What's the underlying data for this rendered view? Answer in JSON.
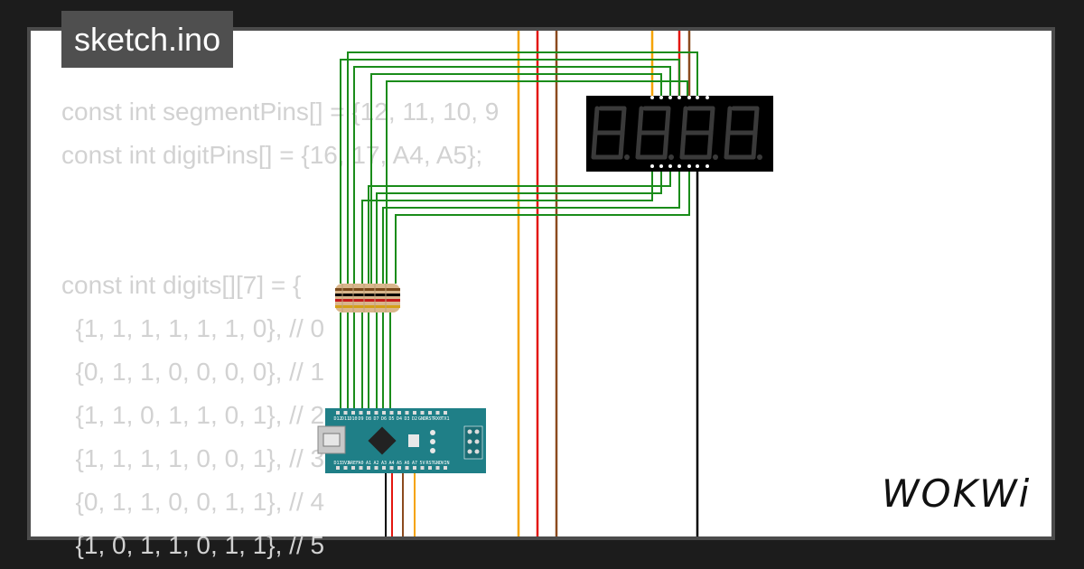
{
  "title_badge": "sketch.ino",
  "brand": "WOKWi",
  "code_lines": [
    "const int segmentPins[] = {12, 11, 10, 9",
    "const int digitPins[] = {16, 17, A4, A5};",
    "",
    "",
    "const int digits[][7] = {",
    "  {1, 1, 1, 1, 1, 1, 0}, // 0",
    "  {0, 1, 1, 0, 0, 0, 0}, // 1",
    "  {1, 1, 0, 1, 1, 0, 1}, // 2",
    "  {1, 1, 1, 1, 0, 0, 1}, // 3",
    "  {0, 1, 1, 0, 0, 1, 1}, // 4",
    "  {1, 0, 1, 1, 0, 1, 1}, // 5"
  ],
  "components": {
    "display": {
      "kind": "4-digit 7-segment display",
      "digits": [
        "8.",
        "8.",
        "8.",
        "8."
      ]
    },
    "board": {
      "kind": "Arduino Nano",
      "top_pins": [
        "D12",
        "D11",
        "D10",
        "D9",
        "D8",
        "D7",
        "D6",
        "D5",
        "D4",
        "D3",
        "D2",
        "GND",
        "RST",
        "RX0",
        "TX1"
      ],
      "bottom_pins": [
        "D13",
        "3V3",
        "AREF",
        "A0",
        "A1",
        "A2",
        "A3",
        "A4",
        "A5",
        "A6",
        "A7",
        "5V",
        "RST",
        "GND",
        "VIN"
      ]
    },
    "resistors": {
      "count": 6
    }
  },
  "colors": {
    "green": "#1a8c1a",
    "orange": "#f5a300",
    "red": "#e4160f",
    "brown": "#8b4a1e",
    "black": "#000000",
    "board": "#1f7f87",
    "display": "#000000"
  }
}
